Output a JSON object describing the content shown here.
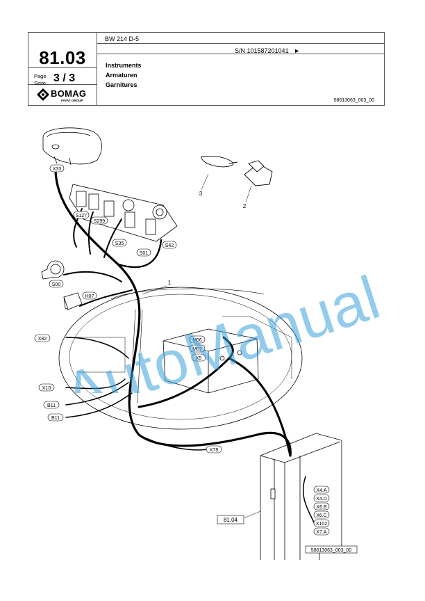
{
  "header": {
    "section_number": "81.03",
    "model": "BW 214 D-5",
    "serial": "S/N 101587201041",
    "serial_arrow": "►",
    "page_label_line1": "Page",
    "page_label_line2": "Seite",
    "page_value": "3 / 3",
    "titles": [
      "Instruments",
      "Armaturen",
      "Garnitures"
    ],
    "doc_id": "58613063_003_00",
    "logo_text": "BOMAG",
    "logo_subtext": "FAYAT GROUP"
  },
  "diagram": {
    "callouts": [
      "X33",
      "S127",
      "S299",
      "S35",
      "S01",
      "S42",
      "S00",
      "H07",
      "X82",
      "X10",
      "B11",
      "B11",
      "M06",
      "M07",
      "X5",
      "X79",
      "X4.A",
      "X4.D",
      "X6.B",
      "X6.C",
      "X102",
      "X7.A"
    ],
    "item_numbers": [
      "1",
      "2",
      "3"
    ],
    "reference_box": "81.04",
    "figure_id": "58613063_003_00"
  },
  "watermark": {
    "text": "AutoManual",
    "color": "#3aa0dd"
  }
}
